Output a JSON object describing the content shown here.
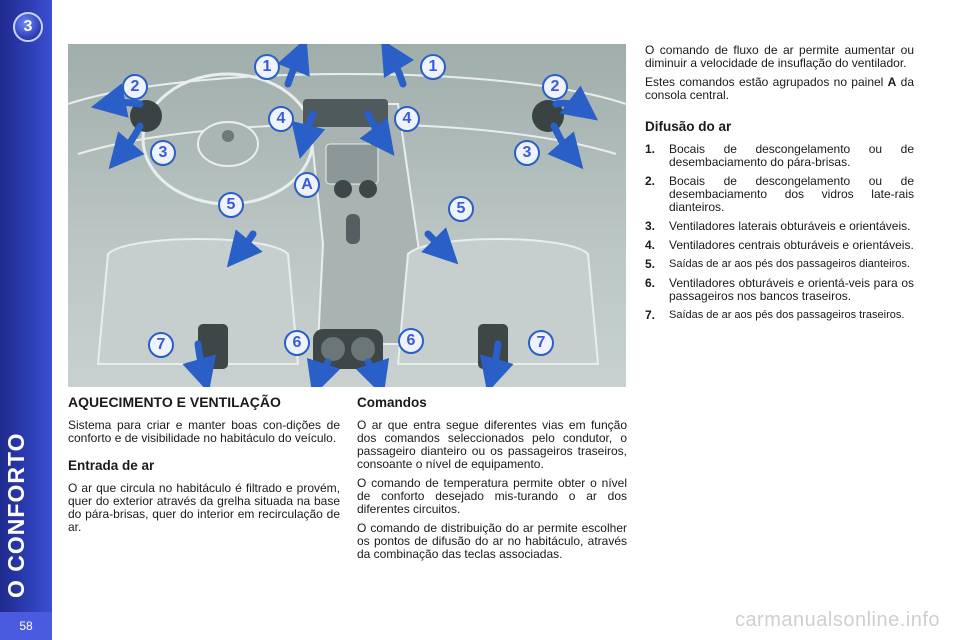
{
  "sidebar": {
    "chapter_number": "3",
    "chapter_title": "O CONFORTO",
    "page_number": "58"
  },
  "figure": {
    "callouts": [
      "1",
      "1",
      "2",
      "2",
      "3",
      "3",
      "4",
      "4",
      "A",
      "5",
      "5",
      "6",
      "6",
      "7",
      "7"
    ],
    "arrow_color": "#2a5fc8",
    "callout_fill": "#eef3ff",
    "callout_text_color": "#3a5bd8"
  },
  "left": {
    "section_title": "AQUECIMENTO E VENTILAÇÃO",
    "intro": "Sistema para criar e manter boas con-dições de conforto e de visibilidade no habitáculo do veículo.",
    "subsection_title": "Entrada de ar",
    "air_intake": "O ar que circula no habitáculo é filtrado e provém, quer do exterior através da grelha situada na base do pára-brisas, quer do interior em recirculação de ar."
  },
  "middle": {
    "title": "Comandos",
    "p1": "O ar que entra segue diferentes vias em função dos comandos seleccionados pelo condutor, o passageiro dianteiro ou os passageiros traseiros, consoante o nível de equipamento.",
    "p2": "O comando de temperatura permite obter o nível de conforto desejado mis-turando o ar dos diferentes circuitos.",
    "p3": "O comando de distribuição do ar permite escolher os pontos de difusão do ar no habitáculo, através da combinação das teclas associadas."
  },
  "right": {
    "p1": "O comando de fluxo de ar permite aumentar ou diminuir a velocidade de insuflação do ventilador.",
    "p2_before": "Estes comandos estão agrupados no painel",
    "p2_bold": "A",
    "p2_after": "da consola central.",
    "diffusion_title": "Difusão do ar",
    "items": [
      {
        "num": "1.",
        "text": "Bocais de descongelamento ou de desembaciamento do pára-brisas."
      },
      {
        "num": "2.",
        "text": "Bocais de descongelamento ou de desembaciamento dos vidros late-rais dianteiros."
      },
      {
        "num": "3.",
        "text": "Ventiladores laterais obturáveis e orientáveis."
      },
      {
        "num": "4.",
        "text": "Ventiladores centrais obturáveis e orientáveis."
      },
      {
        "num": "5.",
        "text": "Saídas de ar aos pés dos passageiros dianteiros."
      },
      {
        "num": "6.",
        "text": "Ventiladores obturáveis e orientá-veis para os passageiros nos bancos traseiros."
      },
      {
        "num": "7.",
        "text": "Saídas de ar aos pés dos passageiros traseiros."
      }
    ]
  },
  "watermark": "carmanualsonline.info"
}
